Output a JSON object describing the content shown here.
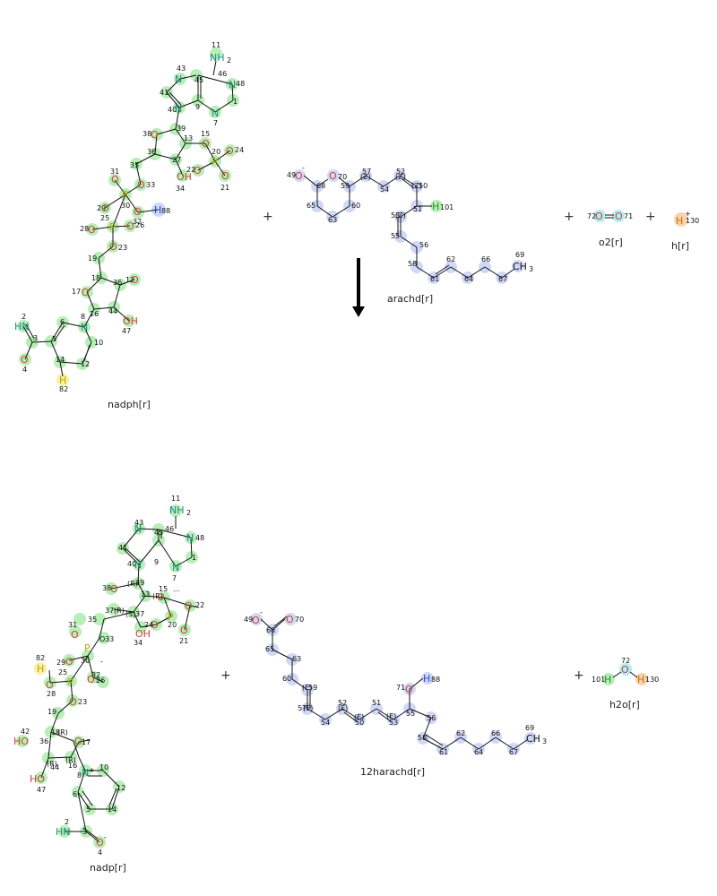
{
  "reaction": {
    "reactants": [
      {
        "id": "nadph",
        "label": "nadph[r]"
      },
      {
        "id": "arachd",
        "label": "arachd[r]"
      },
      {
        "id": "o2",
        "label": "o2[r]"
      },
      {
        "id": "h",
        "label": "h[r]"
      }
    ],
    "products": [
      {
        "id": "nadp",
        "label": "nadp[r]"
      },
      {
        "id": "12harachd",
        "label": "12harachd[r]"
      },
      {
        "id": "h2o",
        "label": "h2o[r]"
      }
    ],
    "plus_sign": "+",
    "arrow": "down-arrow"
  },
  "o2_atoms": {
    "o1": "O",
    "n1": "72",
    "o2": "O",
    "n2": "71"
  },
  "h_atom": {
    "el": "H",
    "charge": "+",
    "num": "130"
  },
  "h2o_atoms": {
    "h1": "H",
    "n1": "101",
    "o": "O",
    "n2": "72",
    "h2": "H",
    "n3": "130"
  }
}
